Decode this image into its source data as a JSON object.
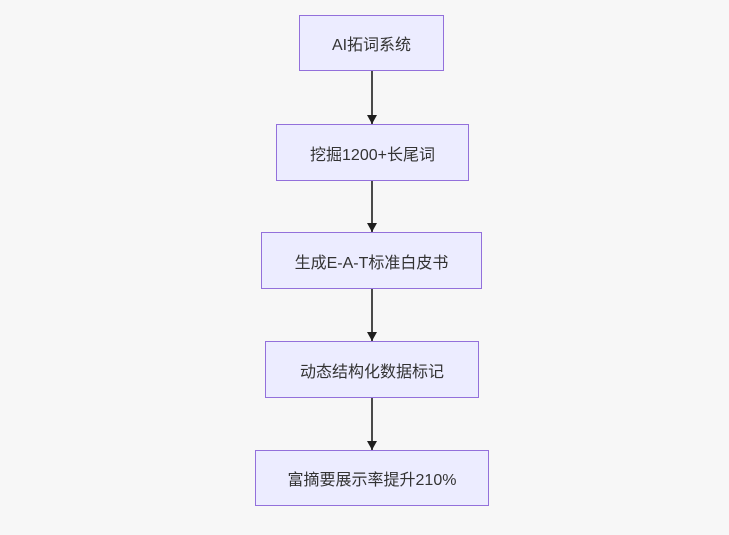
{
  "diagram": {
    "type": "flowchart",
    "direction": "top-down",
    "nodes": [
      {
        "id": "n1",
        "label": "AI拓词系统"
      },
      {
        "id": "n2",
        "label": "挖掘1200+长尾词"
      },
      {
        "id": "n3",
        "label": "生成E-A-T标准白皮书"
      },
      {
        "id": "n4",
        "label": "动态结构化数据标记"
      },
      {
        "id": "n5",
        "label": "富摘要展示率提升210%"
      }
    ],
    "edges": [
      {
        "from": "n1",
        "to": "n2",
        "style": "arrow-down"
      },
      {
        "from": "n2",
        "to": "n3",
        "style": "arrow-down"
      },
      {
        "from": "n3",
        "to": "n4",
        "style": "arrow-down"
      },
      {
        "from": "n4",
        "to": "n5",
        "style": "arrow-down"
      }
    ],
    "colors": {
      "background": "#f7f7f7",
      "node_fill": "#ececff",
      "node_border": "#9370db",
      "node_text": "#333333",
      "edge_line": "#4a4a4a",
      "arrowhead": "#1f1f1f"
    }
  }
}
